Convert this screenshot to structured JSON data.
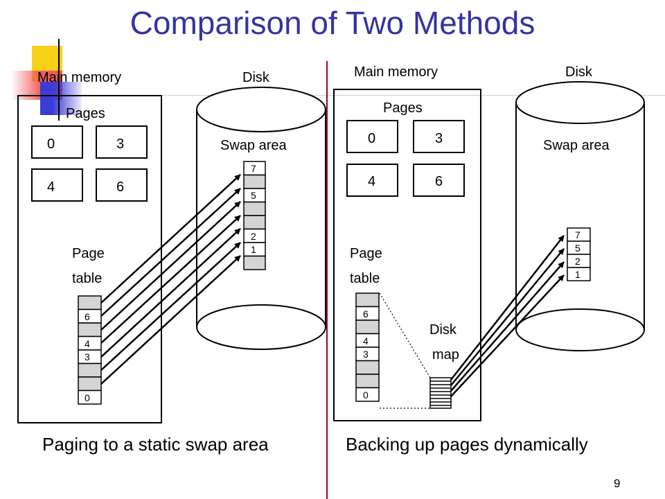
{
  "slide": {
    "title": "Comparison of Two Methods",
    "number": "9"
  },
  "colors": {
    "title": "#3333a0",
    "divider": "#b00000",
    "cell_fill": "#d4d4d4",
    "deco_yellow": "#f7d117",
    "deco_red": "#f05a5a",
    "deco_blue": "#3b3bd6"
  },
  "left": {
    "main_memory_label": "Main memory",
    "disk_label": "Disk",
    "pages_label": "Pages",
    "pages": [
      "0",
      "3",
      "4",
      "6"
    ],
    "page_table_label_1": "Page",
    "page_table_label_2": "table",
    "swap_area_label": "Swap area",
    "page_table_entries": [
      "",
      "6",
      "",
      "4",
      "3",
      "",
      "",
      "0"
    ],
    "swap_slots": [
      "7",
      "",
      "5",
      "",
      "2",
      "1",
      ""
    ],
    "caption": "Paging to a static swap area"
  },
  "right": {
    "main_memory_label": "Main memory",
    "disk_label": "Disk",
    "pages_label": "Pages",
    "pages": [
      "0",
      "3",
      "4",
      "6"
    ],
    "page_table_label_1": "Page",
    "page_table_label_2": "table",
    "swap_area_label": "Swap area",
    "page_table_entries": [
      "",
      "6",
      "",
      "4",
      "3",
      "",
      "",
      "0"
    ],
    "disk_map_label_1": "Disk",
    "disk_map_label_2": "map",
    "swap_slots": [
      "7",
      "5",
      "2",
      "1"
    ],
    "caption": "Backing up pages dynamically"
  }
}
